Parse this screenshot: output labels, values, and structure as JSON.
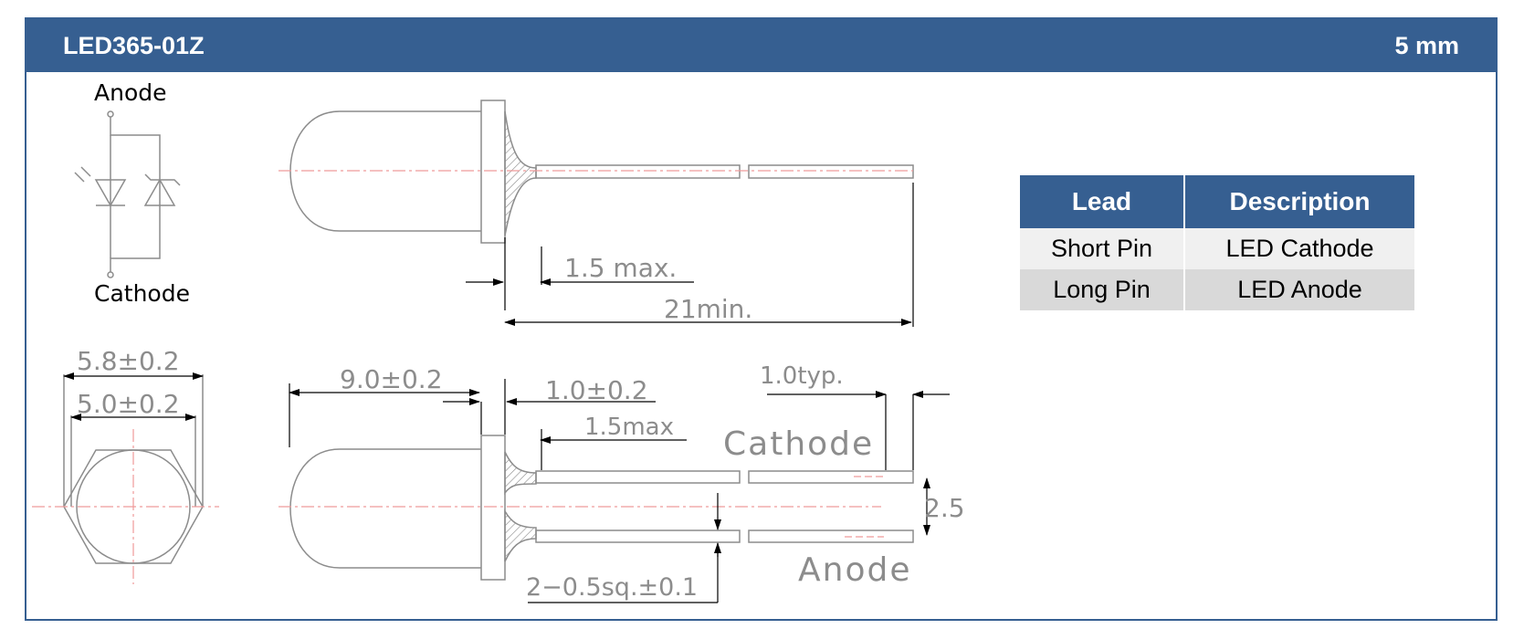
{
  "header": {
    "part_number": "LED365-01Z",
    "package_size": "5 mm"
  },
  "schematic": {
    "anode_label": "Anode",
    "cathode_label": "Cathode"
  },
  "dimensions": {
    "top_flange_max": "1.5 max.",
    "lead_length_min": "21min.",
    "body_outer_diameter": "5.8±0.2",
    "body_inner_diameter": "5.0±0.2",
    "body_length": "9.0±0.2",
    "flange_thickness": "1.0±0.2",
    "side_flange_max": "1.5max",
    "lead_spacing_typ": "1.0typ.",
    "cathode_label": "Cathode",
    "anode_label": "Anode",
    "pitch": "2.5",
    "lead_square": "2−0.5sq.±0.1"
  },
  "pin_table": {
    "headers": [
      "Lead",
      "Description"
    ],
    "rows": [
      [
        "Short Pin",
        "LED Cathode"
      ],
      [
        "Long Pin",
        "LED Anode"
      ]
    ]
  },
  "colors": {
    "header_blue": "#365f91",
    "drawing_gray": "#8c8c8c",
    "centerline_red": "#ef9a9a"
  }
}
